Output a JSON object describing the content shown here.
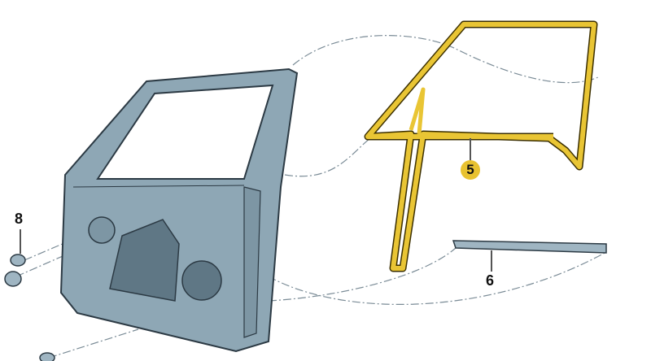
{
  "callouts": [
    {
      "id": "8",
      "label": "8",
      "highlighted": false
    },
    {
      "id": "5",
      "label": "5",
      "highlighted": true
    },
    {
      "id": "6",
      "label": "6",
      "highlighted": false
    }
  ],
  "colors": {
    "door": "#8ea7b5",
    "door_dark": "#5f7785",
    "seal_highlight": "#e9c534",
    "badge": "#e8c230",
    "trim_strip": "#9fb5c2",
    "leader": "#7a8b96"
  }
}
